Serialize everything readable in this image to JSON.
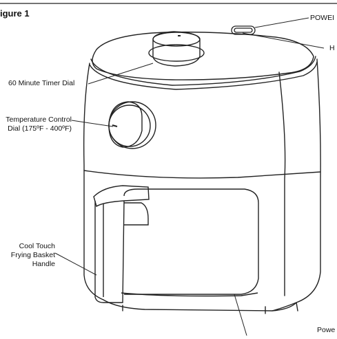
{
  "figure": {
    "title": "igure 1",
    "labels": {
      "power": "POWEI",
      "h": "H",
      "timer": "60 Minute Timer Dial",
      "temp_line1": "Temperature Control",
      "temp_line2": "Dial (175ºF - 400ºF)",
      "handle_line1": "Cool Touch",
      "handle_line2": "Frying Basket",
      "handle_line3": "Handle",
      "powe_partial": "Powe"
    }
  },
  "colors": {
    "ink": "#111111",
    "background": "#ffffff"
  }
}
